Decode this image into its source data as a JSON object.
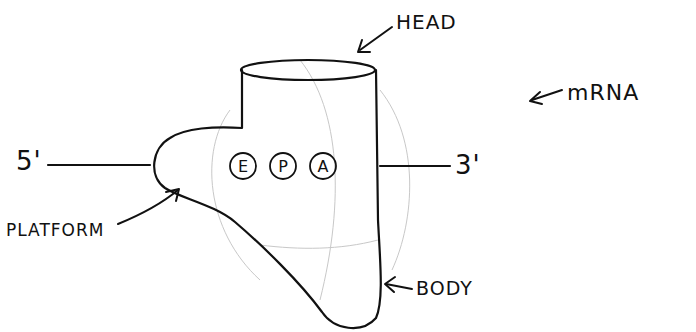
{
  "diagram": {
    "nodes": [
      {
        "text": [
          "E"
        ]
      },
      {
        "text": [
          "P"
        ]
      },
      {
        "text": [
          "A"
        ]
      }
    ],
    "labels": [
      "HEAD",
      "5'",
      "3'",
      "mRNA",
      "PLATFORM",
      "BODY"
    ]
  }
}
